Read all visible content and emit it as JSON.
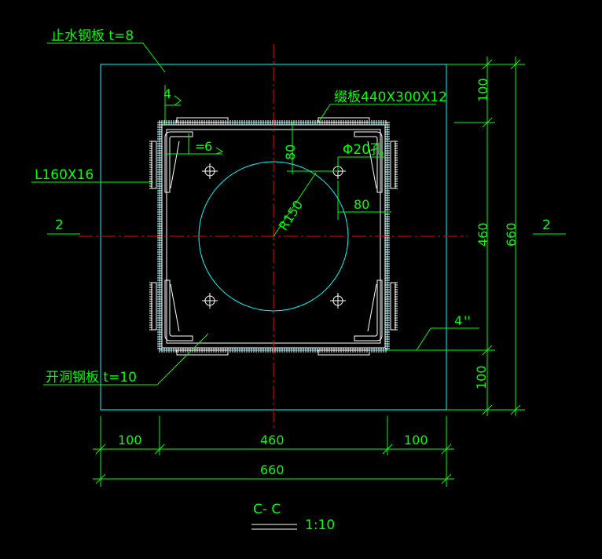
{
  "labels": {
    "waterstop_plate": "止水钢板  t=8",
    "batten_plate": "缀板440X300X12",
    "angle": "L160X16",
    "perforated_plate": "开洞钢板  t=10",
    "hole": "Φ20孔",
    "radius": "R150",
    "weld_4": "4",
    "weld_6": "6",
    "weld_4b": "4",
    "section_left": "2",
    "section_right": "2",
    "title": "C- C",
    "scale": "1:10"
  },
  "dimensions": {
    "bottom_left": "100",
    "bottom_mid": "460",
    "bottom_right": "100",
    "bottom_total": "660",
    "right_top": "100",
    "right_mid": "460",
    "right_bottom": "100",
    "right_total": "660",
    "hole_v": "80",
    "hole_h": "80"
  },
  "colors": {
    "outline": "#00ffff",
    "annotation": "#00ff00",
    "centerline": "#ff0000",
    "steel": "#ffffff"
  }
}
